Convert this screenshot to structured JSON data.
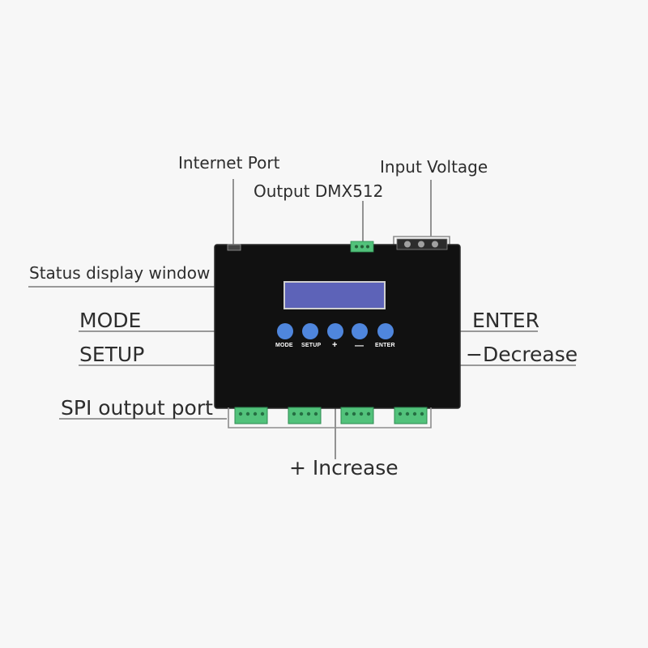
{
  "labels": {
    "internet_port": "Internet Port",
    "input_voltage": "Input Voltage",
    "output_dmx512": "Output DMX512",
    "status_display_window": "Status display window",
    "mode": "MODE",
    "setup": "SETUP",
    "enter": "ENTER",
    "decrease": "−Decrease",
    "spi_output_port": "SPI output port",
    "increase": "+ Increase"
  },
  "button_captions": {
    "mode": "MODE",
    "setup": "SETUP",
    "plus": "+",
    "minus": "—",
    "enter": "ENTER"
  },
  "colors": {
    "background": "#f7f7f7",
    "device_body": "#111111",
    "device_edge": "#2a2a2a",
    "display_fill": "#5d63b8",
    "button_fill": "#4f86dd",
    "terminal_green": "#52c27b",
    "leader_line": "#7a7a7a",
    "bracket_line": "#8d8d8d"
  }
}
